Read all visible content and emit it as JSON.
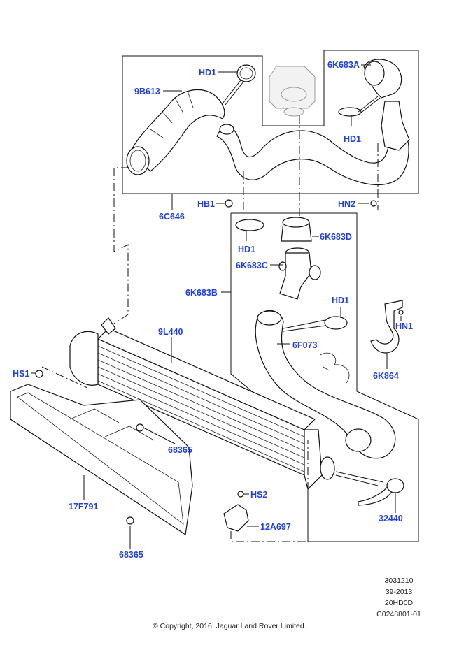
{
  "diagram": {
    "title": "Intercooler and air intake ducts",
    "label_color": "#1f3fe0",
    "line_color": "#111111",
    "callouts": [
      {
        "id": "hd1-top",
        "text": "HD1"
      },
      {
        "id": "9b613",
        "text": "9B613"
      },
      {
        "id": "6k683a",
        "text": "6K683A"
      },
      {
        "id": "hd1-right",
        "text": "HD1"
      },
      {
        "id": "hb1",
        "text": "HB1"
      },
      {
        "id": "hn2",
        "text": "HN2"
      },
      {
        "id": "6c646",
        "text": "6C646"
      },
      {
        "id": "hd1-mid",
        "text": "HD1"
      },
      {
        "id": "6k683d",
        "text": "6K683D"
      },
      {
        "id": "6k683c",
        "text": "6K683C"
      },
      {
        "id": "6k683b",
        "text": "6K683B"
      },
      {
        "id": "hd1-lower",
        "text": "HD1"
      },
      {
        "id": "hn1",
        "text": "HN1"
      },
      {
        "id": "9l440",
        "text": "9L440"
      },
      {
        "id": "6f073",
        "text": "6F073"
      },
      {
        "id": "6k864",
        "text": "6K864"
      },
      {
        "id": "hs1",
        "text": "HS1"
      },
      {
        "id": "68365-upper",
        "text": "68365"
      },
      {
        "id": "hs2",
        "text": "HS2"
      },
      {
        "id": "12a697",
        "text": "12A697"
      },
      {
        "id": "32440",
        "text": "32440"
      },
      {
        "id": "17f791",
        "text": "17F791"
      },
      {
        "id": "68365-lower",
        "text": "68365"
      }
    ]
  },
  "footer": {
    "codes": [
      "3031210",
      "39-2013",
      "20HD0D",
      "C0248801-01"
    ],
    "copyright": "© Copyright, 2016. Jaguar Land Rover Limited."
  }
}
